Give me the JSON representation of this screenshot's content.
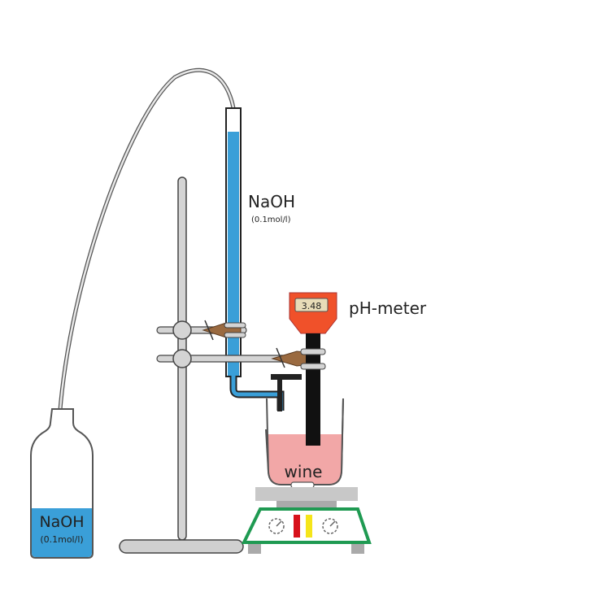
{
  "diagram": {
    "title": "pH titration setup",
    "burette_label": {
      "name": "NaOH",
      "concentration": "(0.1mol/l)"
    },
    "bottle_label": {
      "name": "NaOH",
      "concentration": "(0.1mol/l)"
    },
    "ph_meter": {
      "label": "pH-meter",
      "reading": "3.48"
    },
    "beaker_label": "wine",
    "colors": {
      "naoh_solution": "#3a9fd8",
      "wine": "#f2a7a7",
      "ph_meter_body": "#f0512a",
      "ph_display": "#e8dcb8",
      "clamp": "#9a6a40",
      "stirrer_frame": "#1f9a52",
      "stirrer_red": "#d7111b",
      "stirrer_yellow": "#f5e51a",
      "stand": "#cfcfcf",
      "outline": "#333333"
    }
  }
}
